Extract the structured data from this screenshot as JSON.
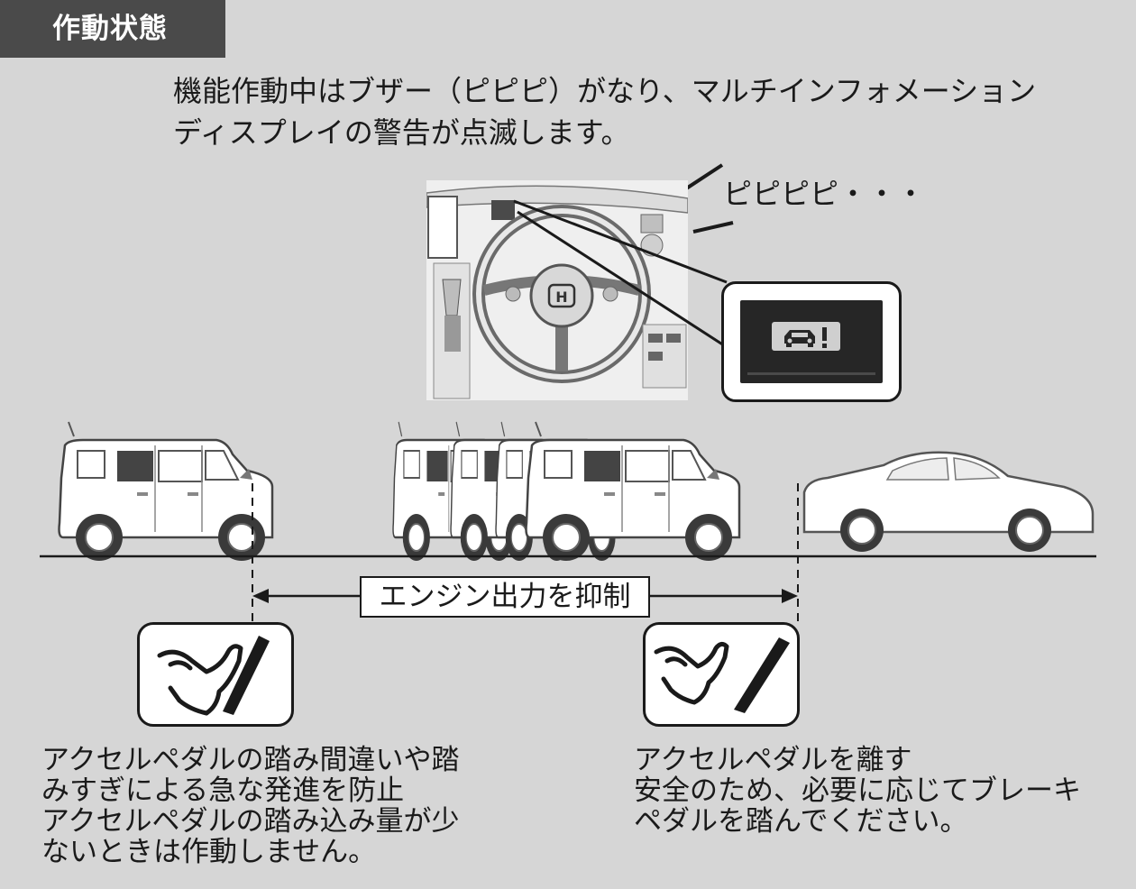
{
  "section_title": "作動状態",
  "intro_lines": [
    "機能作動中はブザー（ピピピ）がなり、マルチインフォメーション",
    "ディスプレイの警告が点滅します。"
  ],
  "beep_text": "ピピピピ・・・",
  "range_label": "エンジン出力を抑制",
  "left_caption_lines": [
    "アクセルペダルの踏み間違いや踏",
    "みすぎによる急な発進を防止",
    "アクセルペダルの踏み込み量が少",
    "ないときは作動しません。"
  ],
  "right_caption_lines": [
    "アクセルペダルを離す",
    "安全のため、必要に応じてブレーキ",
    "ペダルを踏んでください。"
  ],
  "dashboard_emblem": "H",
  "warning_icon": "car-collision-warning-icon",
  "colors": {
    "background": "#d6d6d6",
    "section_tag": "#4a4a4a",
    "ink": "#1a1a1a"
  }
}
